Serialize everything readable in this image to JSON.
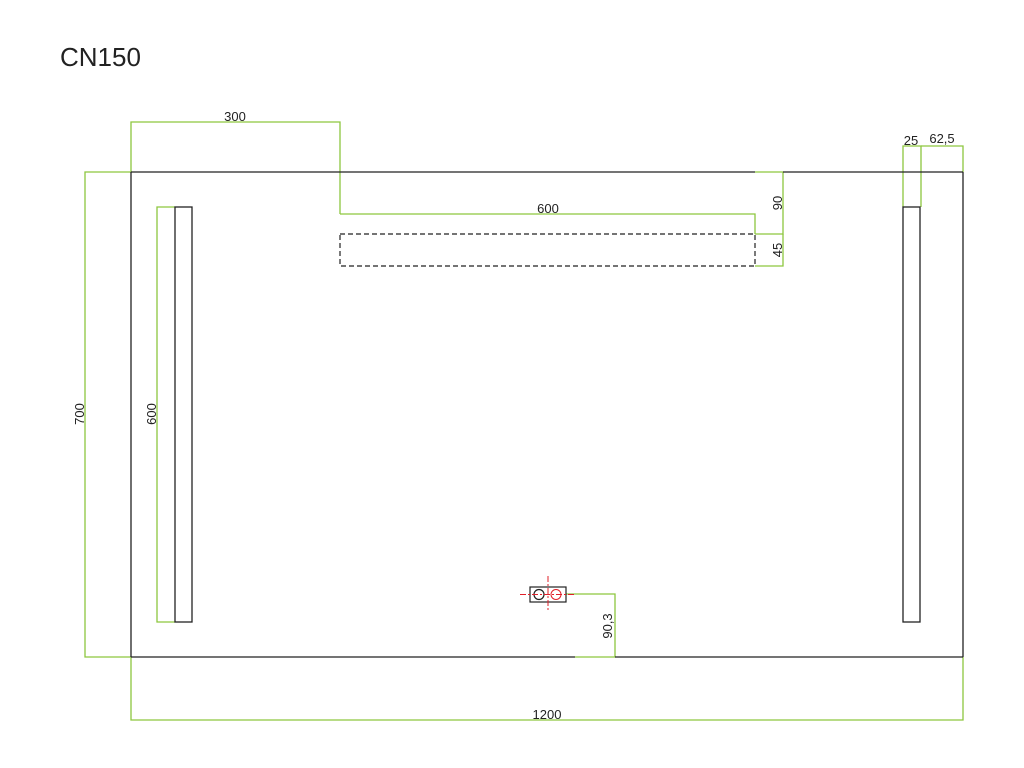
{
  "title": "CN150",
  "dimensions": {
    "top_offset": "300",
    "top_bar_length": "600",
    "top_gap": "90",
    "top_bar_height": "45",
    "right_strip_width": "25",
    "right_offset": "62,5",
    "overall_height": "700",
    "side_strip_length": "600",
    "switch_offset": "90,3",
    "overall_width": "1200"
  },
  "colors": {
    "outline": "#222222",
    "dimension_line": "#8dc63f",
    "crosshair": "#e0202a"
  }
}
